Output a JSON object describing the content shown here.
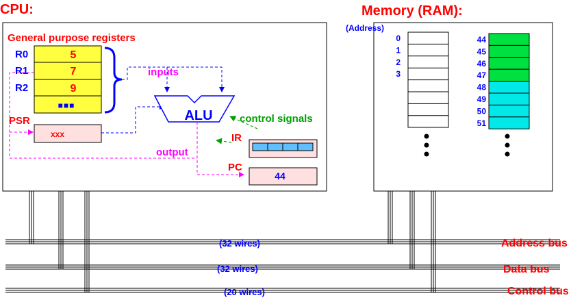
{
  "cpu": {
    "title": "CPU:",
    "gpr_title": "General purpose registers",
    "registers": [
      {
        "name": "R0",
        "value": "5"
      },
      {
        "name": "R1",
        "value": "7"
      },
      {
        "name": "R2",
        "value": "9"
      },
      {
        "name": "",
        "value": "■■■"
      }
    ],
    "psr": {
      "name": "PSR",
      "value": "xxx"
    },
    "alu_label": "ALU",
    "inputs_label": "inputs",
    "output_label": "output",
    "control_signals_label": "control signals",
    "ir_label": "IR",
    "pc_label": "PC",
    "pc_value": "44"
  },
  "memory": {
    "title": "Memory (RAM):",
    "address_label": "(Address)",
    "left_addresses": [
      "0",
      "1",
      "2",
      "3"
    ],
    "right_cells": [
      {
        "address": "44",
        "color": "#00e040"
      },
      {
        "address": "45",
        "color": "#00e040"
      },
      {
        "address": "46",
        "color": "#00e040"
      },
      {
        "address": "47",
        "color": "#00e040"
      },
      {
        "address": "48",
        "color": "#00e8e8"
      },
      {
        "address": "49",
        "color": "#00e8e8"
      },
      {
        "address": "50",
        "color": "#00e8e8"
      },
      {
        "address": "51",
        "color": "#00e8e8"
      }
    ]
  },
  "buses": [
    {
      "name": "Address bus",
      "wires": "(32 wires)"
    },
    {
      "name": "Data bus",
      "wires": "(32 wires)"
    },
    {
      "name": "Control bus",
      "wires": "(20 wires)"
    }
  ],
  "colors": {
    "title_red": "#ff0000",
    "blue": "#0000ff",
    "magenta": "#ff00ff",
    "green": "#00a000",
    "register_yellow": "#ffff40",
    "register_pink": "#ffe0e0",
    "ir_cell_blue": "#60c0ff"
  }
}
